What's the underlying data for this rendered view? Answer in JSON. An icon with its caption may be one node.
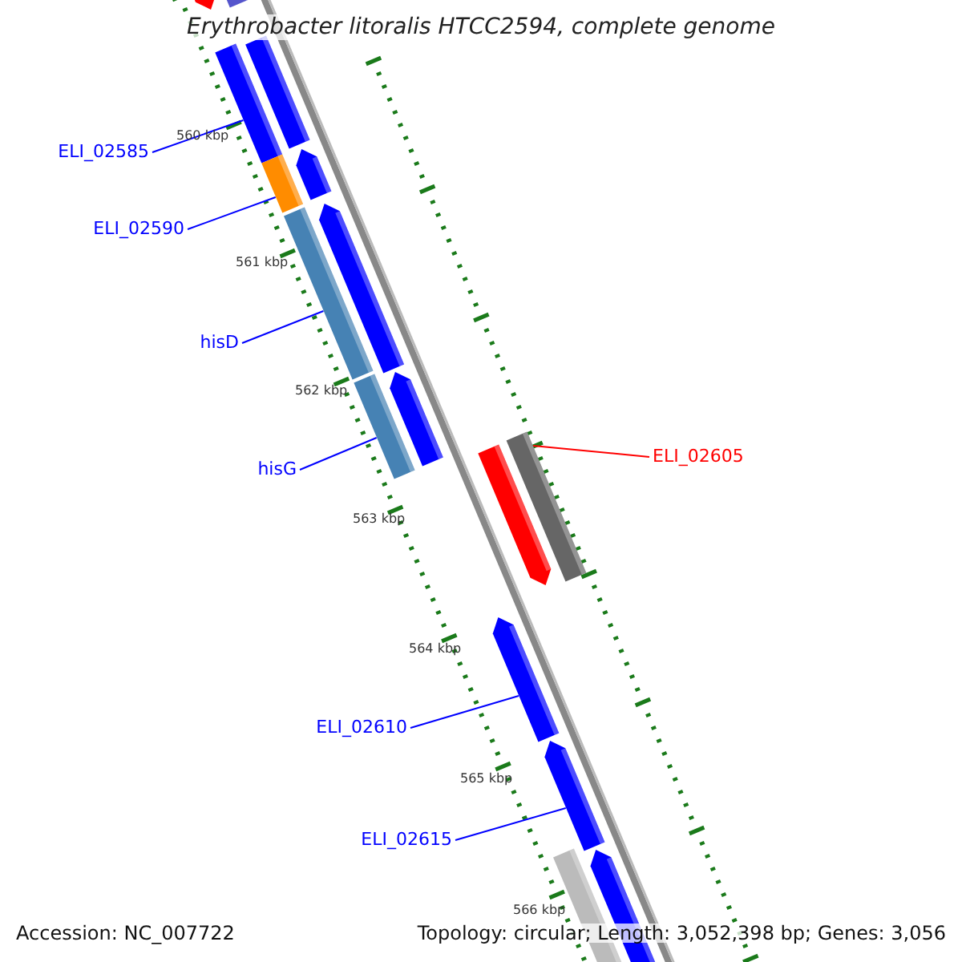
{
  "diagram": {
    "title": "Erythrobacter litoralis HTCC2594, complete genome",
    "nodes": [
      {
        "text": [
          "ELI_02585"
        ]
      },
      {
        "text": [
          "ELI_02590"
        ]
      },
      {
        "text": [
          "hisD"
        ]
      },
      {
        "text": [
          "hisG"
        ]
      },
      {
        "text": [
          "ELI_02605"
        ]
      },
      {
        "text": [
          "ELI_02610"
        ]
      },
      {
        "text": [
          "ELI_02615"
        ]
      },
      {
        "text": [],
        "shape": "bar"
      },
      {
        "text": [],
        "shape": "bar"
      },
      {
        "text": [],
        "shape": "bar"
      },
      {
        "text": [],
        "shape": "bar"
      },
      {
        "text": [],
        "shape": "bar"
      },
      {
        "text": [],
        "shape": "bar"
      },
      {
        "text": [],
        "shape": "bar"
      }
    ],
    "edges": [
      {
        "from": 0,
        "to": 7,
        "arrow": "none"
      },
      {
        "from": 1,
        "to": 8,
        "arrow": "none"
      },
      {
        "from": 2,
        "to": 9,
        "arrow": "none"
      },
      {
        "from": 3,
        "to": 10,
        "arrow": "none"
      },
      {
        "from": 4,
        "to": 11,
        "arrow": "none",
        "color": "#ff0000"
      },
      {
        "from": 5,
        "to": 12,
        "arrow": "none"
      },
      {
        "from": 6,
        "to": 13,
        "arrow": "none"
      }
    ],
    "labels": [
      "560 kbp",
      "561 kbp",
      "562 kbp",
      "563 kbp",
      "564 kbp",
      "565 kbp",
      "566 kbp",
      "Accession: NC_007722",
      "Topology: circular; Length: 3,052,398 bp; Genes: 3,056"
    ]
  }
}
